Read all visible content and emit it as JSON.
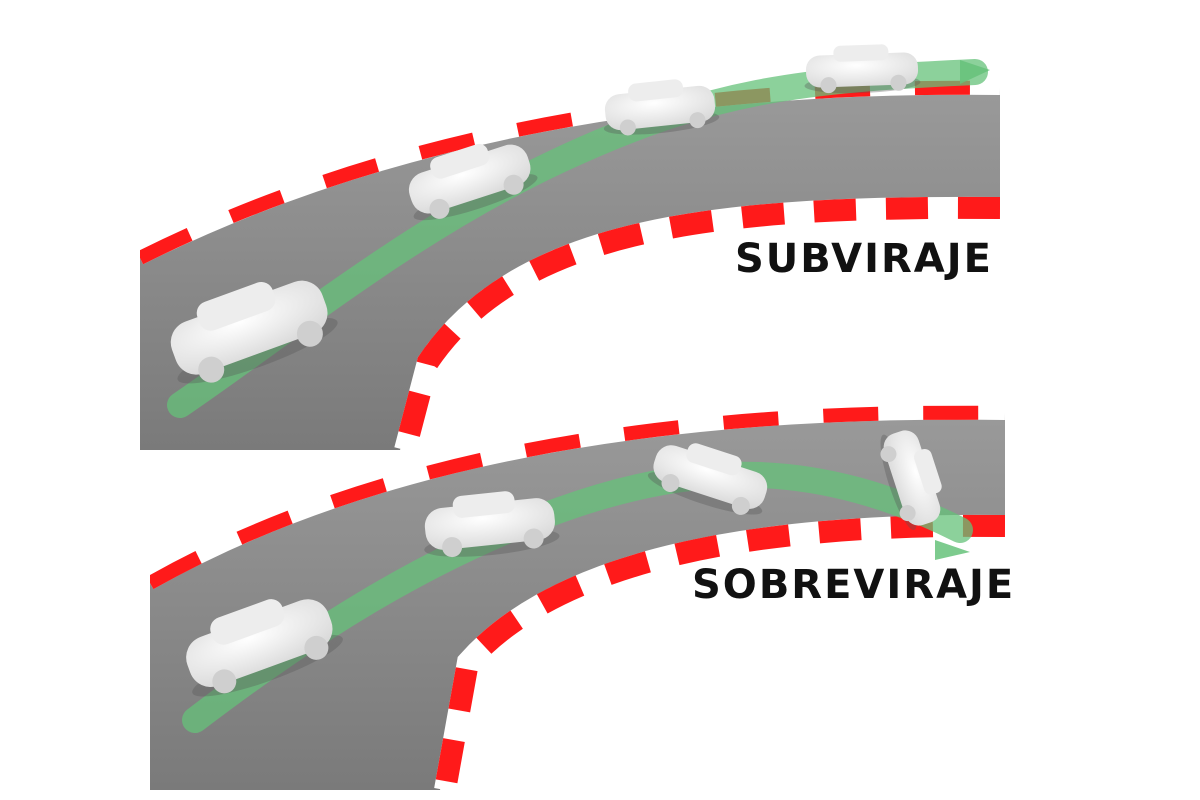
{
  "panels": [
    {
      "id": "understeer",
      "label": "SUBVIRAJE",
      "cars": 4,
      "behavior": "car runs wide past the intended path"
    },
    {
      "id": "oversteer",
      "label": "SOBREVIRAJE",
      "cars": 4,
      "behavior": "car rear swings out and rotates"
    }
  ],
  "colors": {
    "background": "#ffffff",
    "road": "#8e8e8e",
    "curb_red": "#ff1a1a",
    "curb_white": "#ffffff",
    "ideal_path": "#66c27a",
    "car": "#f2f2f2",
    "label": "#111111"
  }
}
